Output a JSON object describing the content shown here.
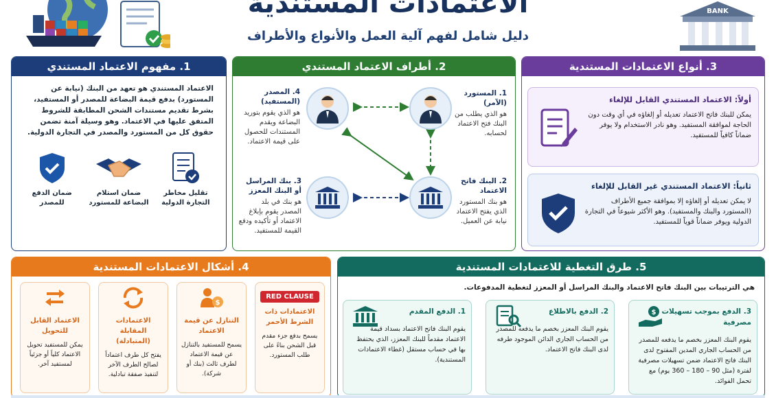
{
  "header": {
    "title": "الاعتمادات المستندية",
    "subtitle": "دليل شامل لفهم آلية العمل والأنواع والأطراف",
    "bank_sign": "BANK"
  },
  "section1": {
    "title": "1. مفهوم الاعتماد المستندي",
    "body": "الاعتماد المستندي هو تعهد من البنك (نيابة عن المستورد) بدفع قيمة البضاعة للمصدر أو المستفيد، بشرط تقديم مستندات الشحن المطابقة للشروط المتفق عليها في الاعتماد. وهو وسيلة آمنة تضمن حقوق كل من المستورد والمصدر في التجارة الدولية.",
    "icons": [
      {
        "label": "تقليل مخاطر التجارة الدولية",
        "icon": "document-check-icon"
      },
      {
        "label": "ضمان استلام البضاعة للمستورد",
        "icon": "handshake-icon"
      },
      {
        "label": "ضمان الدفع للمصدر",
        "icon": "shield-check-icon"
      }
    ]
  },
  "section2": {
    "title": "2. أطراف الاعتماد المستندي",
    "parties": [
      {
        "title": "1. المستورد (الآمر)",
        "desc": "هو الذي يطلب من البنك فتح الاعتماد لحسابه."
      },
      {
        "title": "2. البنك فاتح الاعتماد",
        "desc": "هو بنك المستورد الذي يفتح الاعتماد نيابة عن العميل."
      },
      {
        "title": "3. بنك المراسل أو البنك المعزز",
        "desc": "هو بنك في بلد المصدر يقوم بإبلاغ الاعتماد أو تأكيده ودفع القيمة للمستفيد."
      },
      {
        "title": "4. المصدر (المستفيد)",
        "desc": "هو الذي يقوم بتوريد البضاعة ويقدم المستندات للحصول على قيمة الاعتماد."
      }
    ]
  },
  "section3": {
    "title": "3. أنواع الاعتمادات المستندية",
    "types": [
      {
        "title": "أولاً: الاعتماد المستندي القابل للإلغاء",
        "desc": "يمكن للبنك فاتح الاعتماد تعديله أو إلغاؤه في أي وقت دون الحاجة لموافقة المستفيد. وهو نادر الاستخدام ولا يوفر ضماناً كافياً للمستفيد."
      },
      {
        "title": "ثانياً: الاعتماد المستندي غير القابل للإلغاء",
        "desc": "لا يمكن تعديله أو إلغاؤه إلا بموافقة جميع الأطراف (المستورد والبنك والمستفيد). وهو الأكثر شيوعاً في التجارة الدولية ويوفر ضماناً قوياً للمستفيد."
      }
    ]
  },
  "section4": {
    "title": "4. أشكال الاعتمادات المستندية",
    "badge": "RED CLAUSE",
    "forms": [
      {
        "title": "الاعتمادات ذات الشرط الأحمر",
        "desc": "يسمح بدفع جزء مقدم قبل الشحن بناءً على طلب المستورد."
      },
      {
        "title": "التنازل عن قيمة الاعتماد",
        "desc": "يسمح للمستفيد بالتنازل عن قيمة الاعتماد لطرف ثالث (بنك أو شركة)."
      },
      {
        "title": "الاعتمادات المقابلة (المتبادلة)",
        "desc": "يفتح كل طرف اعتماداً لصالح الطرف الآخر لتنفيذ صفقة تبادلية."
      },
      {
        "title": "الاعتماد القابل للتحويل",
        "desc": "يمكن للمستفيد تحويل الاعتماد كلياً أو جزئياً لمستفيد آخر."
      }
    ]
  },
  "section5": {
    "title": "5. طرق التغطية للاعتمادات المستندية",
    "intro": "هي الترتيبات بين البنك فاتح الاعتماد والبنك المراسل أو المعزز لتغطية المدفوعات.",
    "methods": [
      {
        "title": "1. الدفع المقدم",
        "desc": "يقوم البنك فاتح الاعتماد بسداد قيمة الاعتماد مقدماً للبنك المعزز، الذي يحتفظ بها في حساب مستقل (غطاء الاعتمادات المستندية)."
      },
      {
        "title": "2. الدفع بالاطلاع",
        "desc": "يقوم البنك المعزز بخصم ما يدفعه للمصدر من الحساب الجاري الدائن الموجود طرفه لدى البنك فاتح الاعتماد."
      },
      {
        "title": "3. الدفع بموجب تسهيلات مصرفية",
        "desc": "يقوم البنك المعزز بخصم ما يدفعه للمصدر من الحساب الجاري المدين المفتوح لدى البنك فاتح الاعتماد ضمن تسهيلات مصرفية لفترة (مثل 90 – 180 – 360 يوم) مع تحمل الفوائد."
      }
    ]
  },
  "colors": {
    "navy": "#1c3c7a",
    "green": "#2e7d32",
    "purple": "#6a3c9c",
    "orange": "#e87a1e",
    "teal": "#126b5e",
    "red": "#d0262d"
  }
}
